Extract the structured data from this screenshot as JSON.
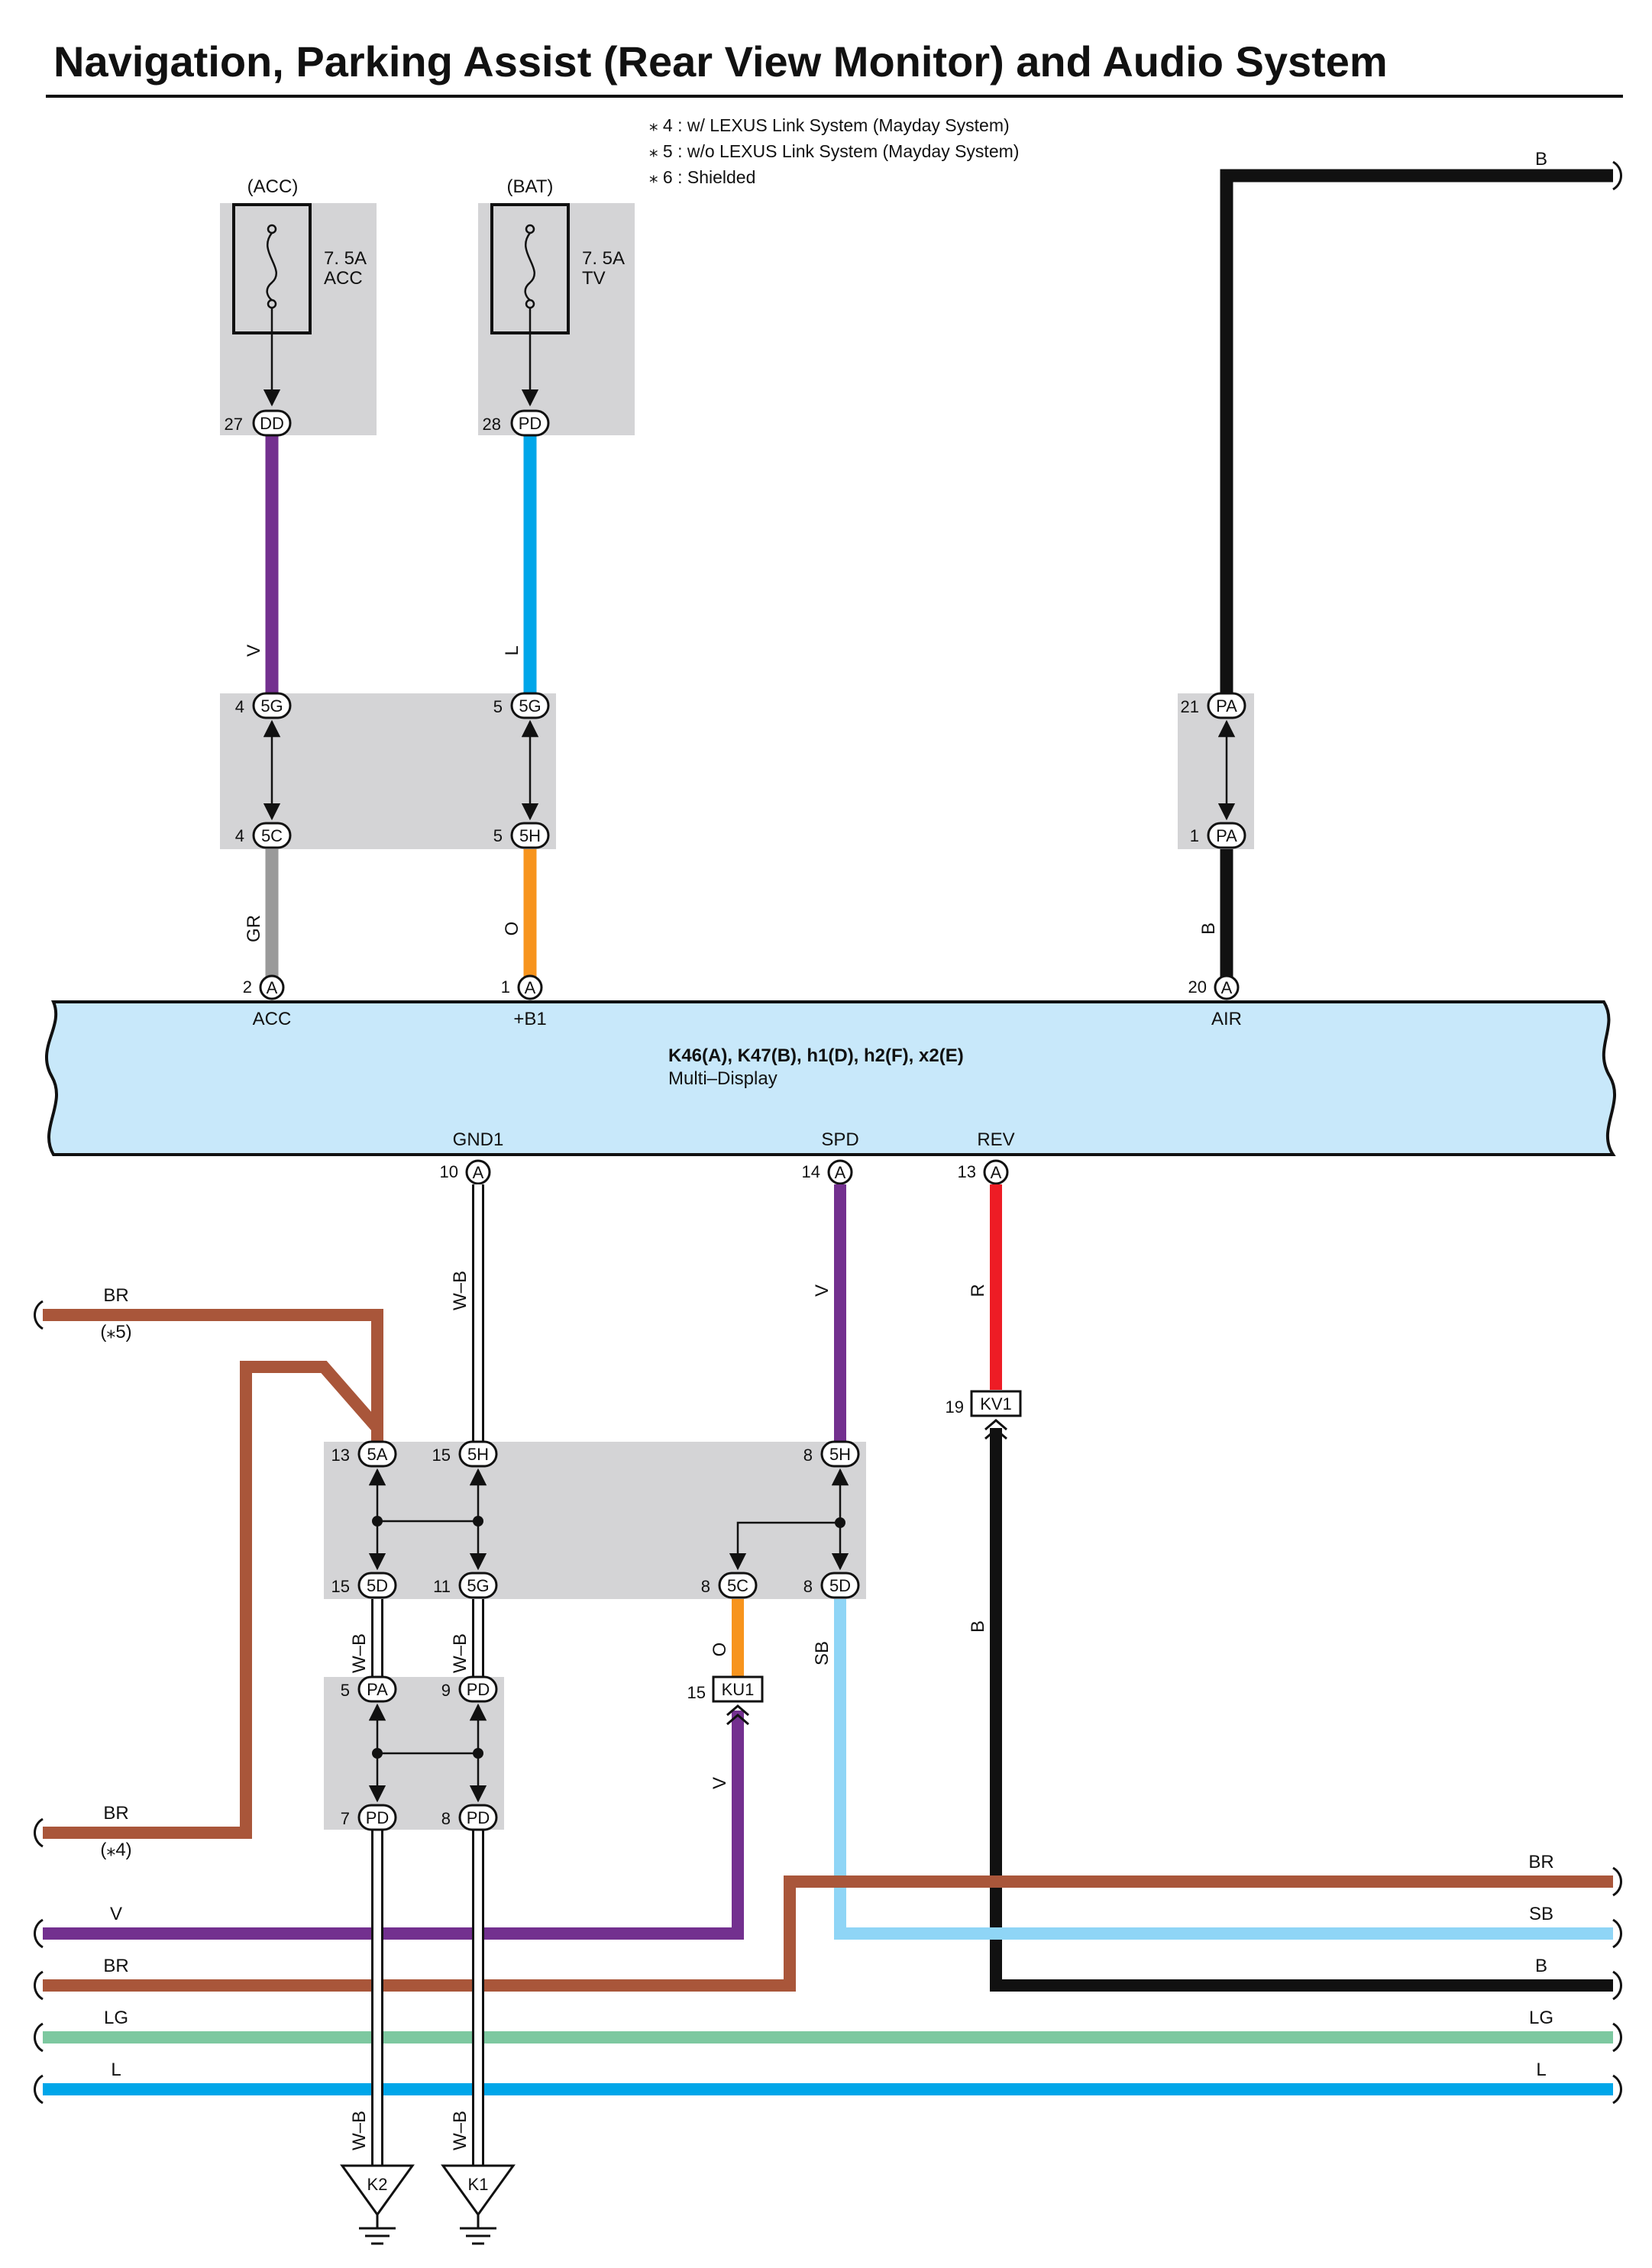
{
  "title": "Navigation, Parking Assist (Rear View Monitor) and Audio System",
  "notes": [
    "⁎ 4 : w/ LEXUS Link System (Mayday System)",
    "⁎ 5 : w/o LEXUS Link System (Mayday System)",
    "⁎ 6 : Shielded"
  ],
  "colors": {
    "V": "#73308f",
    "L": "#00a6e9",
    "GR": "#9a9a9a",
    "O": "#f7941d",
    "B": "#111111",
    "R": "#ee1c25",
    "BR": "#a9563a",
    "SB": "#8fd5f6",
    "LG": "#7dc8a0",
    "W-B": "#ffffff",
    "component": "#c8e8fa"
  },
  "fuses": {
    "acc": {
      "source": "(ACC)",
      "rating": "7. 5A",
      "name": "ACC",
      "pin": "27",
      "connector": "DD"
    },
    "bat": {
      "source": "(BAT)",
      "rating": "7. 5A",
      "name": "TV",
      "pin": "28",
      "connector": "PD"
    }
  },
  "wires": {
    "v_top": "V",
    "l_top": "L",
    "gr": "GR",
    "o_top": "O",
    "b_top": "B",
    "b_air": "B",
    "wb_gnd": "W–B",
    "v_spd": "V",
    "r_rev": "R",
    "wb_left": "W–B",
    "wb_right": "W–B",
    "o_ku1": "O",
    "sb": "SB",
    "v_ku1": "V",
    "b_kv1": "B",
    "wb_k2": "W–B",
    "wb_k1": "W–B"
  },
  "top_junction": {
    "pin_4_5g": "4",
    "conn_5g": "5G",
    "pin_5_5g": "5",
    "conn_5g_b": "5G",
    "pin_4_5c": "4",
    "conn_5c": "5C",
    "pin_5_5h": "5",
    "conn_5h": "5H",
    "pin_21_pa": "21",
    "conn_pa_a": "PA",
    "pin_1_pa": "1",
    "conn_pa_b": "PA"
  },
  "component": {
    "name": "K46(A), K47(B), h1(D), h2(F), x2(E)",
    "description": "Multi–Display",
    "top_pins": [
      {
        "num": "2",
        "conn": "A",
        "label": "ACC"
      },
      {
        "num": "1",
        "conn": "A",
        "label": "+B1"
      },
      {
        "num": "20",
        "conn": "A",
        "label": "AIR"
      }
    ],
    "bottom_pins": [
      {
        "num": "10",
        "conn": "A",
        "label": "GND1"
      },
      {
        "num": "14",
        "conn": "A",
        "label": "SPD"
      },
      {
        "num": "13",
        "conn": "A",
        "label": "REV"
      }
    ]
  },
  "mid_junction": {
    "top": [
      {
        "num": "13",
        "conn": "5A"
      },
      {
        "num": "15",
        "conn": "5H"
      },
      {
        "num": "8",
        "conn": "5H"
      }
    ],
    "bottom": [
      {
        "num": "15",
        "conn": "5D"
      },
      {
        "num": "11",
        "conn": "5G"
      },
      {
        "num": "8",
        "conn": "5C"
      },
      {
        "num": "8",
        "conn": "5D"
      }
    ]
  },
  "low_junction": {
    "top": [
      {
        "num": "5",
        "conn": "PA"
      },
      {
        "num": "9",
        "conn": "PD"
      }
    ],
    "bottom": [
      {
        "num": "7",
        "conn": "PD"
      },
      {
        "num": "8",
        "conn": "PD"
      }
    ]
  },
  "inline": {
    "kv1": {
      "num": "19",
      "conn": "KV1"
    },
    "ku1": {
      "num": "15",
      "conn": "KU1"
    }
  },
  "grounds": {
    "k2": "K2",
    "k1": "K1"
  },
  "left_labels": {
    "br_note5": "BR",
    "note5": "(⁎5)",
    "br_note4": "BR",
    "note4": "(⁎4)",
    "v": "V",
    "br": "BR",
    "lg": "LG",
    "l": "L"
  },
  "right_labels": {
    "b_top": "B",
    "br": "BR",
    "sb": "SB",
    "b": "B",
    "lg": "LG",
    "l": "L"
  }
}
